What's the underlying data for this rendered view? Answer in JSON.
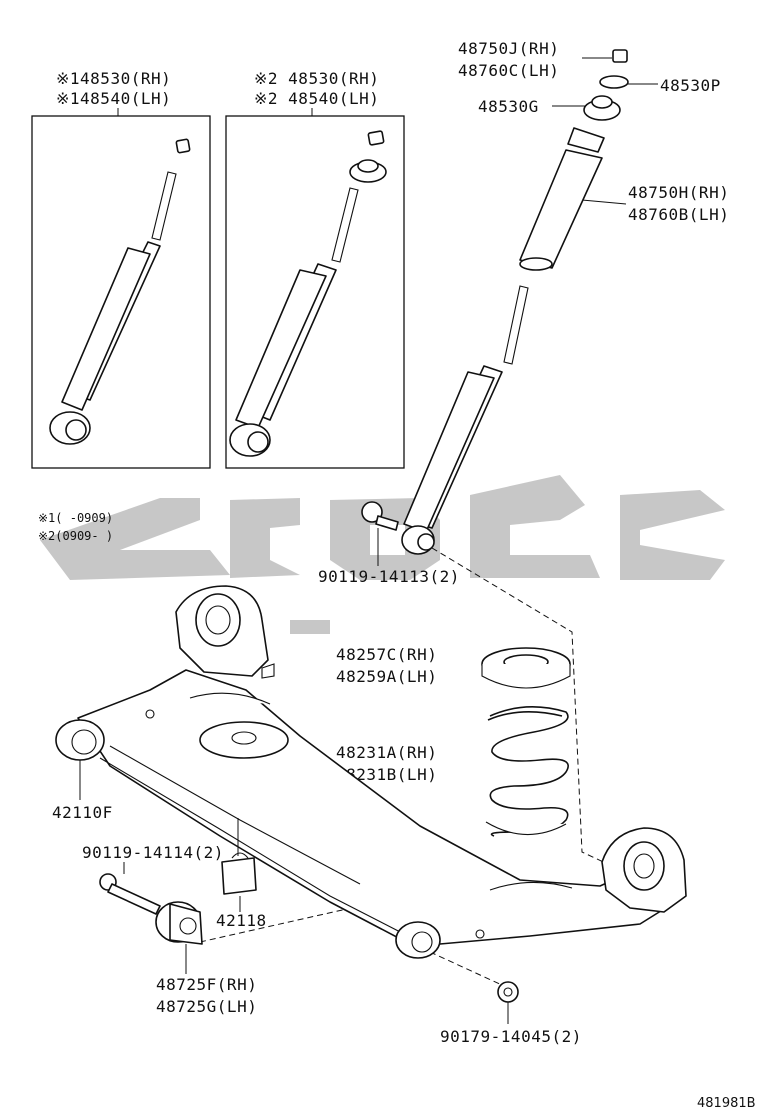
{
  "labels": {
    "l48750j": "48750J(RH)",
    "l48760c": "48760C(LH)",
    "l48530p": "48530P",
    "l48530g": "48530G",
    "l48750h": "48750H(RH)",
    "l48760b": "48760B(LH)",
    "box1_rh": "※148530(RH)",
    "box1_lh": "※148540(LH)",
    "box2_rh": "※2 48530(RH)",
    "box2_lh": "※2 48540(LH)",
    "note1": "※1(   -0909)",
    "note2": "※2(0909-   )",
    "l90119_14113": "90119-14113(2)",
    "l48257c": "48257C(RH)",
    "l48259a": "48259A(LH)",
    "l48231a": "48231A(RH)",
    "l48231b": "48231B(LH)",
    "l42110f": "42110F",
    "l90119_14114": "90119-14114(2)",
    "l42118": "42118",
    "l48725f": "48725F(RH)",
    "l48725g": "48725G(LH)",
    "l90179_14045": "90179-14045(2)",
    "diagram_code": "481981B"
  },
  "colors": {
    "line": "#111111",
    "watermark": "#bdbdbd",
    "background": "#ffffff"
  }
}
